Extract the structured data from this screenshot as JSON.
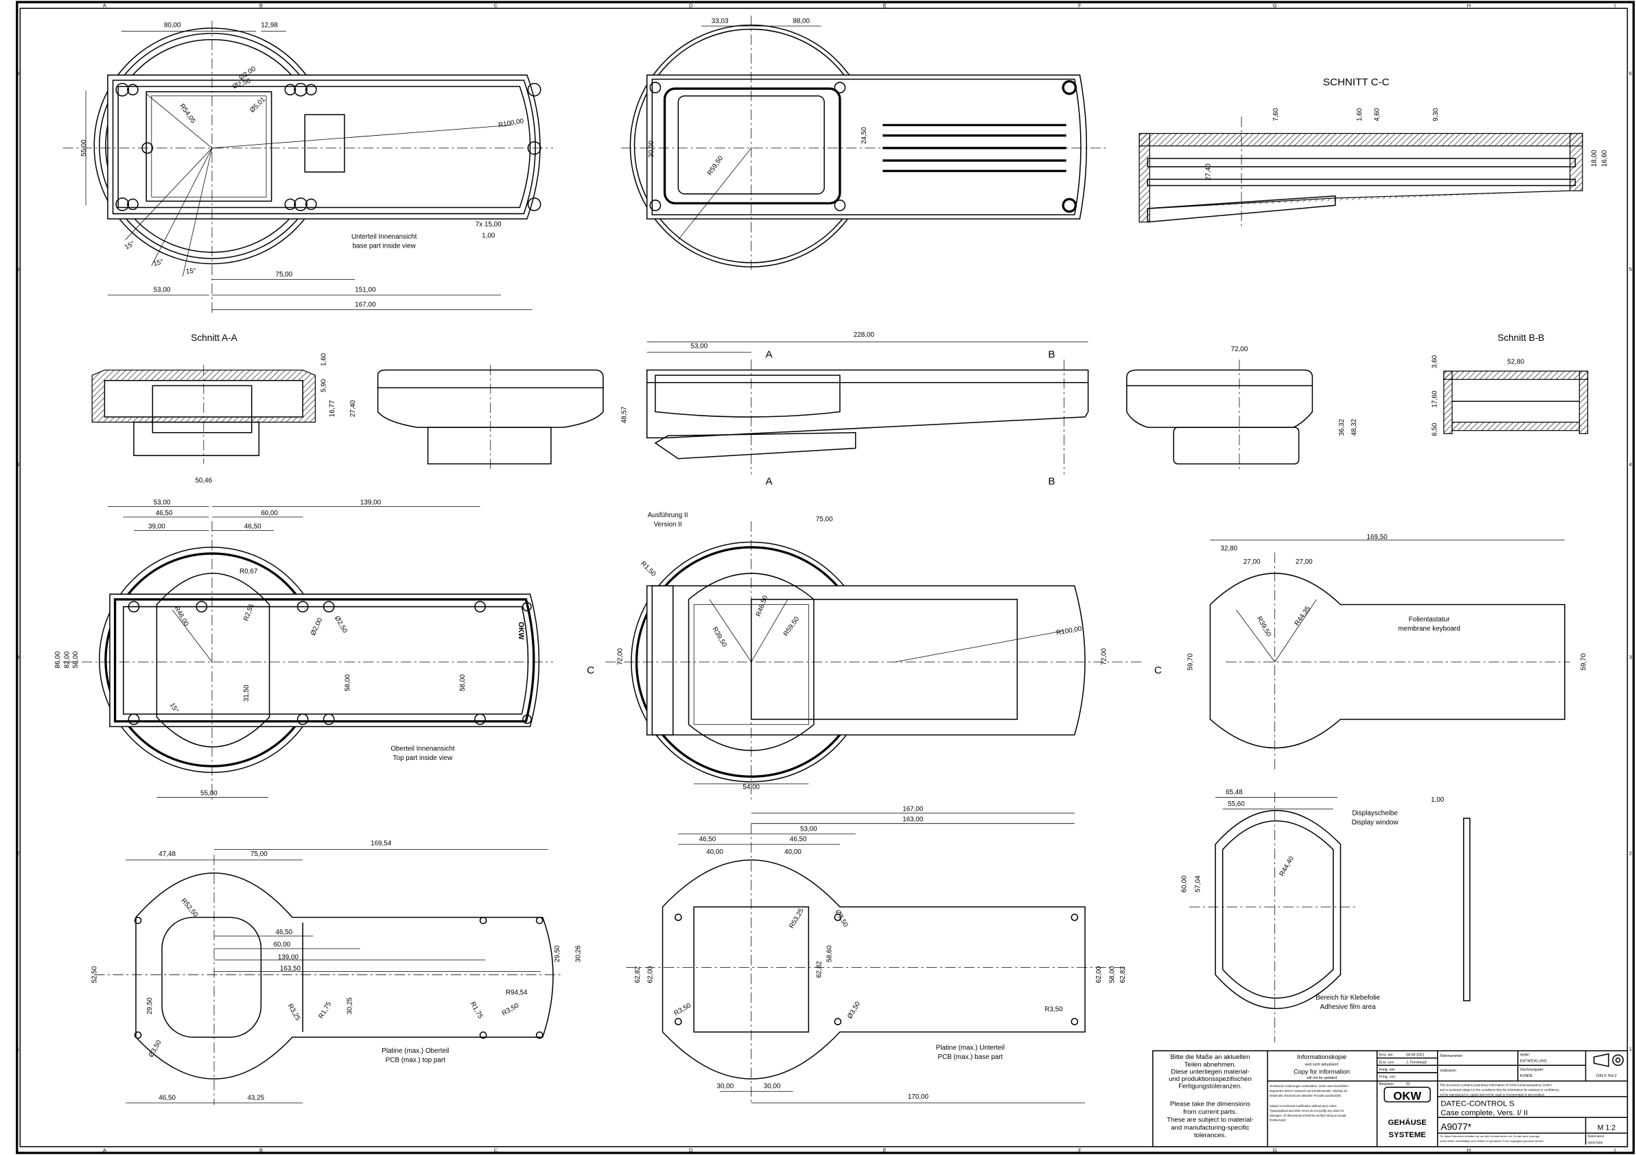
{
  "border": {
    "columns": [
      "A",
      "B",
      "C",
      "D",
      "E",
      "F",
      "G",
      "H",
      "I"
    ],
    "rows": [
      "6",
      "5",
      "4",
      "3",
      "2",
      "1"
    ]
  },
  "labels": [
    "80,00",
    "12,98",
    "Ø2,00",
    "Ø2,50",
    "Ø5,01",
    "R54,05",
    "R100,00",
    "55,00",
    "7x 15,00",
    "1,00",
    "Unterteil Innenansicht",
    "base part inside view",
    "15°",
    "15°",
    "15°",
    "75,00",
    "53,00",
    "151,00",
    "167,00",
    "33,03",
    "88,00",
    "30,00",
    "24,50",
    "R59,50",
    "SCHNITT C-C",
    "7,60",
    "1,60",
    "4,60",
    "9,30",
    "27,40",
    "18,00",
    "16,60",
    "Schnitt A-A",
    "1,60",
    "5,90",
    "16,77",
    "27,40",
    "50,46",
    "228,00",
    "53,00",
    "A",
    "A",
    "B",
    "B",
    "48,57",
    "72,00",
    "36,32",
    "48,32",
    "Schnitt B-B",
    "3,60",
    "52,80",
    "17,60",
    "6,50",
    "53,00",
    "139,00",
    "46,50",
    "60,00",
    "39,00",
    "46,50",
    "R0,67",
    "R46,00",
    "R2,51",
    "Ø2,00",
    "Ø2,50",
    "86,00",
    "82,00",
    "58,00",
    "31,50",
    "58,00",
    "58,00",
    "15°",
    "Oberteil Innenansicht",
    "Top part inside view",
    "55,00",
    "Ausführung II",
    "Version II",
    "75,00",
    "R1,50",
    "R39,50",
    "R46,50",
    "R59,50",
    "R100,00",
    "72,00",
    "72,00",
    "C",
    "C",
    "54,00",
    "169,50",
    "32,80",
    "27,00",
    "27,00",
    "R39,50",
    "R44,35",
    "Folientastatur",
    "membrane keyboard",
    "59,70",
    "59,70",
    "47,48",
    "75,00",
    "169,54",
    "R52,50",
    "46,50",
    "60,00",
    "139,00",
    "163,50",
    "52,50",
    "29,50",
    "29,50",
    "30,26",
    "R94,54",
    "R3,25",
    "R1,75",
    "30,25",
    "R1,75",
    "R3,50",
    "Ø3,50",
    "Platine (max.) Oberteil",
    "PCB (max.) top part",
    "46,50",
    "43,25",
    "167,00",
    "163,00",
    "53,00",
    "46,50",
    "46,50",
    "40,00",
    "40,00",
    "R53,25",
    "Ø3,50",
    "62,82",
    "62,00",
    "58,60",
    "62,82",
    "62,00",
    "58,00",
    "62,82",
    "R3,50",
    "Ø3,50",
    "R3,50",
    "Platine (max.) Unterteil",
    "PCB (max.) base part",
    "30,00",
    "30,00",
    "170,00",
    "65,48",
    "55,60",
    "Displayscheibe",
    "Display window",
    "1,00",
    "60,00",
    "57,04",
    "R44,40",
    "Bereich für Klebefolie",
    "Adhesive film area"
  ],
  "okw_mark": "OKW",
  "title_block": {
    "note_de": [
      "Bitte die Maße an aktuellen",
      "Teilen abnehmen.",
      "Diese unterliegen material-",
      "und produktionsspezifischen",
      "Fertigungstoleranzen."
    ],
    "note_en": [
      "Please take the dimensions",
      "from current parts.",
      "These are subject to material-",
      "and manufacturing-specific",
      "tolerances."
    ],
    "info_copy": [
      "Informationskopie",
      "wird nicht aktualisiert",
      "Copy for information",
      "will not be updated"
    ],
    "tech_note_de": "Technische Änderungen vorbehalten. Irrtum oder Druckfehler begründen keinen Anspruch auf Schadenersatz. Wichtig: Es behält alle Abschnitt der aktuellen Produkt ausdrücklich.",
    "tech_note_en": "Subject to technical modification without prior notice. Typographical and other errors do not justify any claim for damages. All dimensions should be verified using an actual finished part.",
    "created_on_label": "Erst. am:",
    "created_on": "08.08.2021",
    "created_by_label": "Erst. von:",
    "created_by": "J. Fernekopf",
    "released_on_label": "Freig. am:",
    "released_on": "",
    "released_by_label": "Freig. von:",
    "released_by": "",
    "revision_label": "Revision:",
    "revision": "01",
    "part_number_label": "Teilenummer:",
    "department_label": "Stelle:",
    "department": "ENTWICKLUNG",
    "full_name_label": "Vollname:",
    "drawing_type_label": "Zeichnungsart:",
    "drawing_type": "KUNDE",
    "din": "DIN 6 Teil 2",
    "proprietary": [
      "This document contains proprietary information of OKW Gehäusesysteme GmbH",
      "and is tendered subject to the conditions that the information be retained in confidence,",
      "not be reproduced or copied and not be used or incorporated in any product."
    ],
    "logo_text": [
      "OKW",
      "GEHÄUSE",
      "SYSTEME"
    ],
    "title": [
      "DATEC-CONTROL S",
      "Case complete, Vers. I/ II"
    ],
    "drawing_number": "A9077*",
    "scale": "M 1:2",
    "copyright": [
      "Für diese Dokument behalten wir uns alle Urheberrechte vor. Es darf auch auszugs-",
      "weise weder vervielfältigt noch Dritten in irgendeiner Form zugänglich gemacht werden."
    ],
    "file_number_label": "Dateiname:",
    "file_number": "00007999"
  }
}
